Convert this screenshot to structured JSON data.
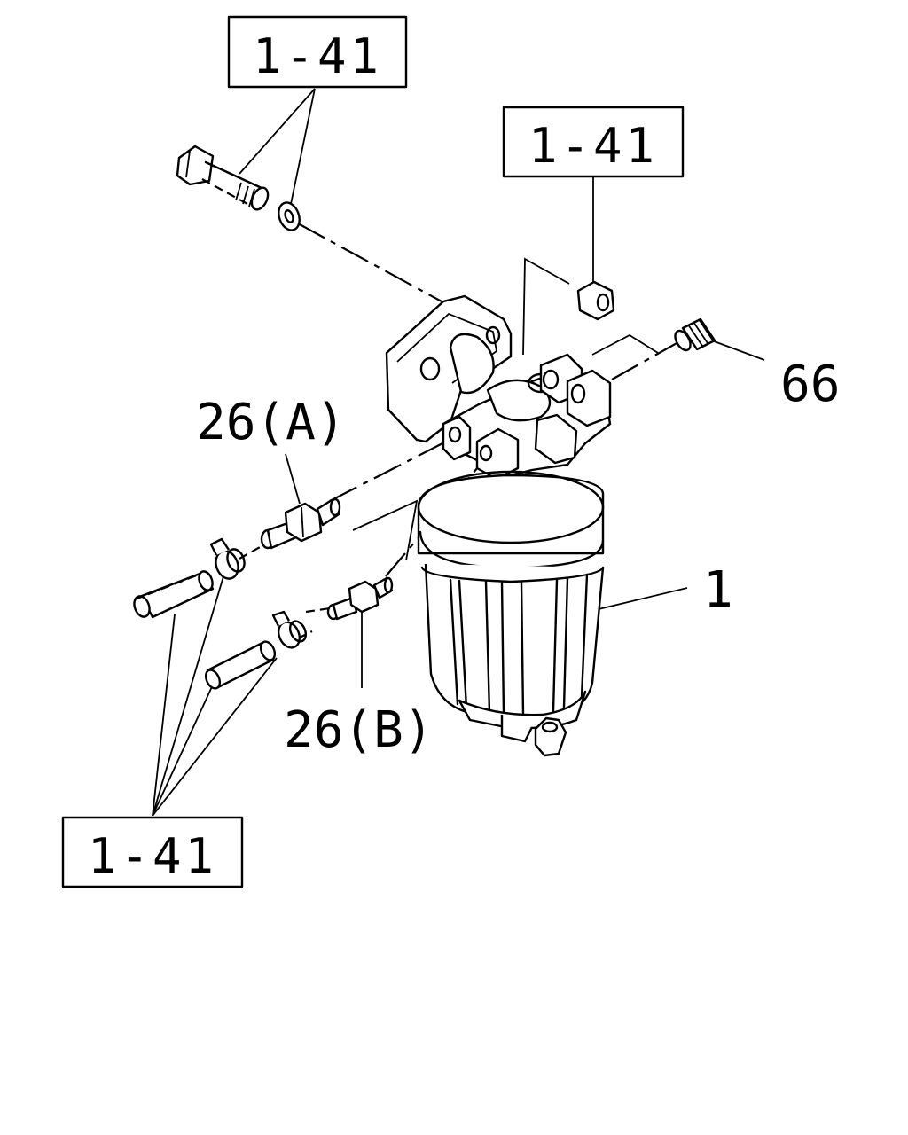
{
  "references": {
    "top_left": "1-41",
    "top_right": "1-41",
    "bottom_left": "1-41"
  },
  "callouts": {
    "filter_assembly": "1",
    "connector_a": "26(A)",
    "connector_b": "26(B)",
    "plug": "66"
  }
}
